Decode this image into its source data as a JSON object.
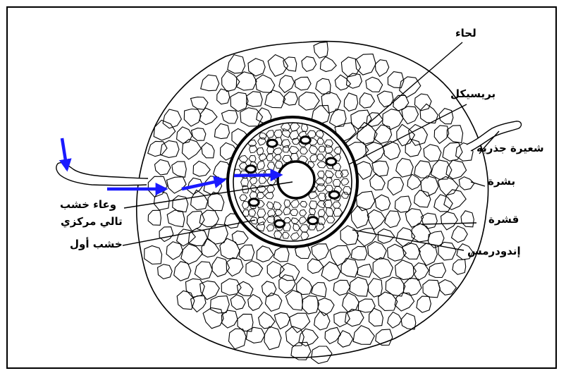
{
  "labels": {
    "phloem": "لحاء",
    "pericycle": "بريسيكل",
    "root_hair": "شعيرة جذرية",
    "epidermis": "بشرة",
    "cortex": "قشرة",
    "endodermis": "إندودرمس",
    "central_metaxylem_line1": "وعاء خشب",
    "central_metaxylem_line2": "تالي مركزي",
    "protoxylem": "خشب أول"
  },
  "colors": {
    "arrow": "#1a1aff",
    "line": "#000000",
    "background": "#ffffff"
  }
}
